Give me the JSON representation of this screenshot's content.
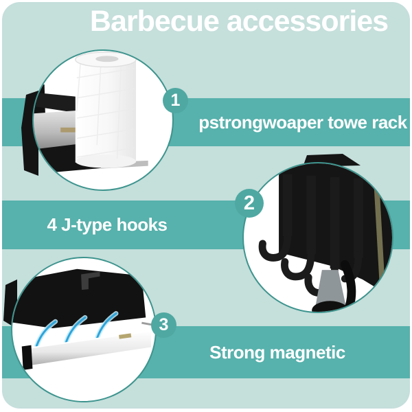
{
  "title": "Barbecue accessories",
  "features": [
    {
      "number": "1",
      "label": "pstrongwoaper towe rack",
      "image_name": "paper-towel-holder-photo"
    },
    {
      "number": "2",
      "label": "4 J-type hooks",
      "image_name": "j-type-hooks-photo"
    },
    {
      "number": "3",
      "label": "Strong magnetic",
      "image_name": "magnetic-strip-photo"
    }
  ],
  "icons": {
    "magnet": "magnetic-field-icon"
  },
  "colors": {
    "canvas": "#ffffff",
    "panel_background": "#c5dfdb",
    "band": "#57b1ac",
    "badge": "#4fa8a2",
    "text": "#ffffff",
    "circle_border": "#3e948e",
    "magnet_glow": "#59c2f0"
  }
}
